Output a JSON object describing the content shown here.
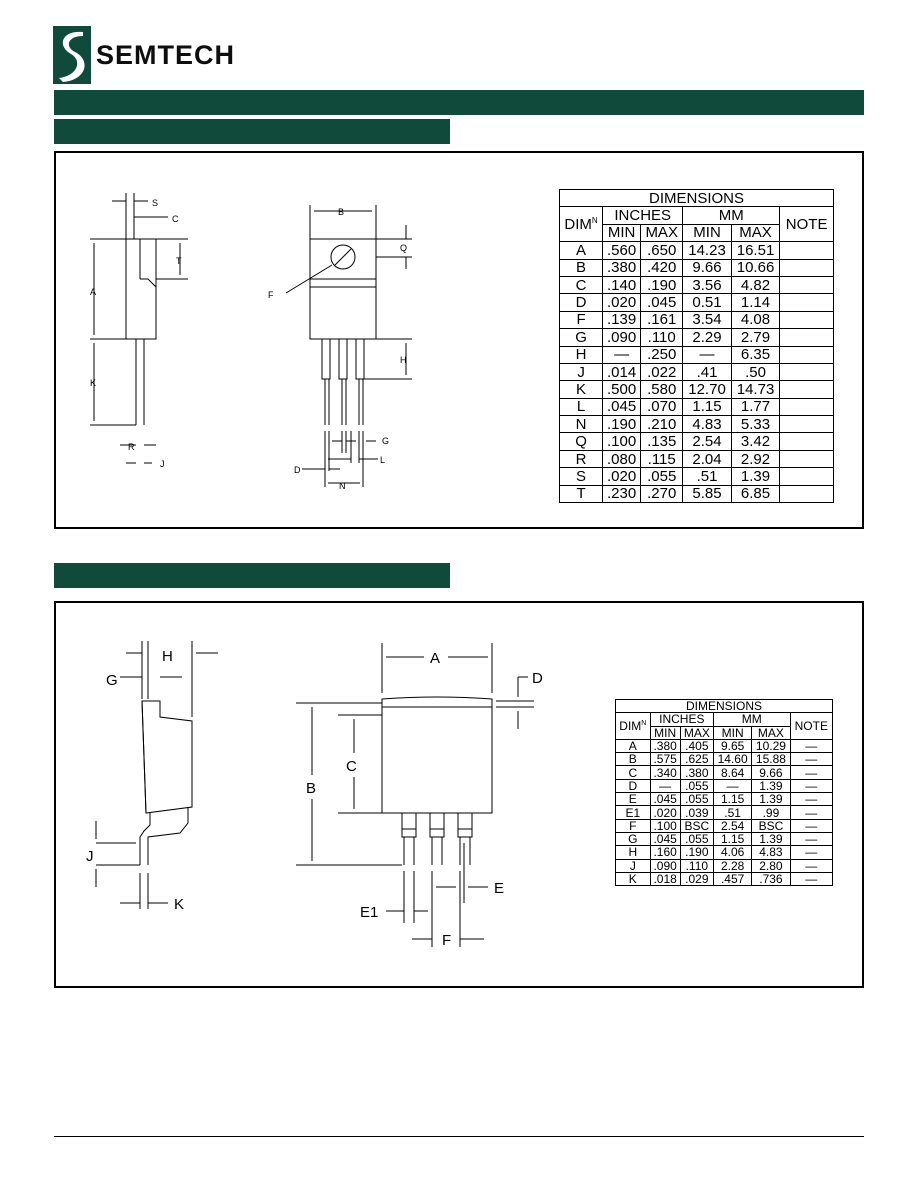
{
  "brand": {
    "name": "SEMTECH",
    "color": "#0f4a3b"
  },
  "section1": {
    "drawing_labels": {
      "S": "S",
      "C": "C",
      "T": "T",
      "A": "A",
      "K": "K",
      "R": "R",
      "J": "J",
      "B": "B",
      "Q": "Q",
      "F": "F",
      "H": "H",
      "G": "G",
      "L": "L",
      "D": "D",
      "N": "N"
    },
    "table": {
      "title": "DIMENSIONS",
      "dim_header": "DIM",
      "dim_header_sup": "N",
      "group_inches": "INCHES",
      "group_mm": "MM",
      "note_header": "NOTE",
      "sub_headers": [
        "MIN",
        "MAX",
        "MIN",
        "MAX"
      ],
      "rows": [
        [
          "A",
          ".560",
          ".650",
          "14.23",
          "16.51",
          ""
        ],
        [
          "B",
          ".380",
          ".420",
          "9.66",
          "10.66",
          ""
        ],
        [
          "C",
          ".140",
          ".190",
          "3.56",
          "4.82",
          ""
        ],
        [
          "D",
          ".020",
          ".045",
          "0.51",
          "1.14",
          ""
        ],
        [
          "F",
          ".139",
          ".161",
          "3.54",
          "4.08",
          ""
        ],
        [
          "G",
          ".090",
          ".110",
          "2.29",
          "2.79",
          ""
        ],
        [
          "H",
          "—",
          ".250",
          "—",
          "6.35",
          ""
        ],
        [
          "J",
          ".014",
          ".022",
          ".41",
          ".50",
          ""
        ],
        [
          "K",
          ".500",
          ".580",
          "12.70",
          "14.73",
          ""
        ],
        [
          "L",
          ".045",
          ".070",
          "1.15",
          "1.77",
          ""
        ],
        [
          "N",
          ".190",
          ".210",
          "4.83",
          "5.33",
          ""
        ],
        [
          "Q",
          ".100",
          ".135",
          "2.54",
          "3.42",
          ""
        ],
        [
          "R",
          ".080",
          ".115",
          "2.04",
          "2.92",
          ""
        ],
        [
          "S",
          ".020",
          ".055",
          ".51",
          "1.39",
          ""
        ],
        [
          "T",
          ".230",
          ".270",
          "5.85",
          "6.85",
          ""
        ]
      ]
    }
  },
  "section2": {
    "drawing_labels": {
      "G": "G",
      "H": "H",
      "J": "J",
      "K": "K",
      "A": "A",
      "D": "D",
      "B": "B",
      "C": "C",
      "E": "E",
      "E1": "E1",
      "F": "F"
    },
    "table": {
      "title": "DIMENSIONS",
      "dim_header": "DIM",
      "dim_header_sup": "N",
      "group_inches": "INCHES",
      "group_mm": "MM",
      "note_header": "NOTE",
      "sub_headers": [
        "MIN",
        "MAX",
        "MIN",
        "MAX"
      ],
      "rows": [
        [
          "A",
          ".380",
          ".405",
          "9.65",
          "10.29",
          "—"
        ],
        [
          "B",
          ".575",
          ".625",
          "14.60",
          "15.88",
          "—"
        ],
        [
          "C",
          ".340",
          ".380",
          "8.64",
          "9.66",
          "—"
        ],
        [
          "D",
          "—",
          ".055",
          "—",
          "1.39",
          "—"
        ],
        [
          "E",
          ".045",
          ".055",
          "1.15",
          "1.39",
          "—"
        ],
        [
          "E1",
          ".020",
          ".039",
          ".51",
          ".99",
          "—"
        ],
        [
          "F",
          ".100",
          "BSC",
          "2.54",
          "BSC",
          "—"
        ],
        [
          "G",
          ".045",
          ".055",
          "1.15",
          "1.39",
          "—"
        ],
        [
          "H",
          ".160",
          ".190",
          "4.06",
          "4.83",
          "—"
        ],
        [
          "J",
          ".090",
          ".110",
          "2.28",
          "2.80",
          "—"
        ],
        [
          "K",
          ".018",
          ".029",
          ".457",
          ".736",
          "—"
        ]
      ]
    }
  }
}
